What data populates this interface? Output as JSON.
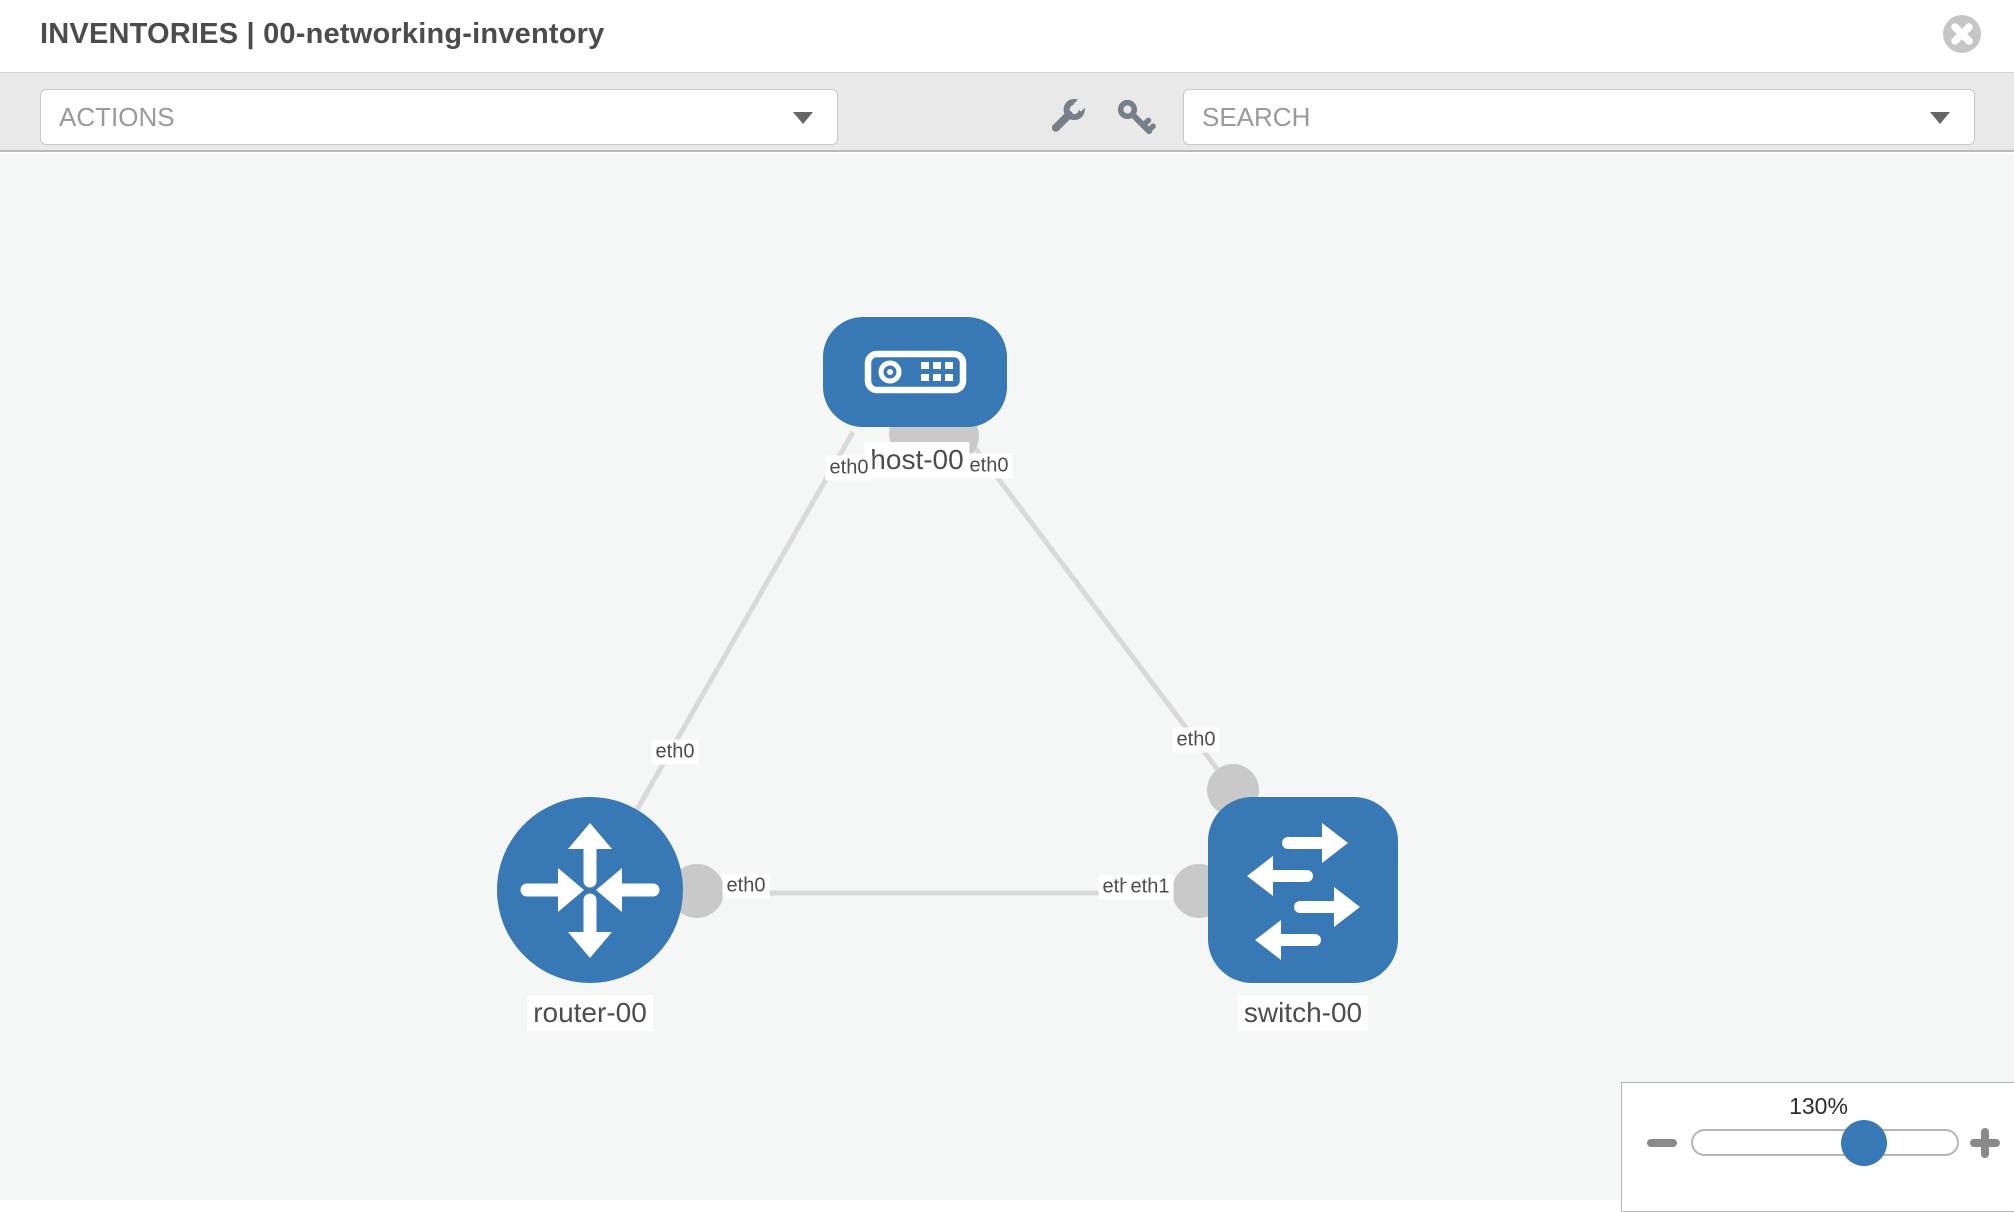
{
  "header": {
    "title": "INVENTORIES | 00-networking-inventory",
    "close_icon": "close-icon"
  },
  "toolbar": {
    "actions_dropdown": {
      "value": "ACTIONS"
    },
    "search_dropdown": {
      "placeholder": "SEARCH"
    },
    "wrench_icon": "wrench-icon",
    "key_icon": "key-icon"
  },
  "graph": {
    "nodes": [
      {
        "id": "host-00",
        "type": "host",
        "label": "host-00"
      },
      {
        "id": "router-00",
        "type": "router",
        "label": "router-00"
      },
      {
        "id": "switch-00",
        "type": "switch",
        "label": "switch-00"
      }
    ],
    "links": [
      {
        "source": "router-00",
        "target": "host-00",
        "source_interface": "eth0",
        "target_interface": "eth0"
      },
      {
        "source": "switch-00",
        "target": "host-00",
        "source_interface": "eth0",
        "target_interface": "eth0"
      },
      {
        "source": "router-00",
        "target": "switch-00",
        "source_interface": "eth0",
        "target_interface": "eth1"
      }
    ],
    "eth_labels": [
      {
        "text": "eth0"
      },
      {
        "text": "eth0"
      },
      {
        "text": "eth0"
      },
      {
        "text": "eth0"
      },
      {
        "text": "eth0"
      },
      {
        "text": "eth1"
      },
      {
        "text": "eth1"
      }
    ]
  },
  "zoom_control": {
    "value": "130%",
    "percent": 65,
    "zoom_out_icon": "minus-icon",
    "zoom_in_icon": "plus-icon"
  },
  "colors": {
    "node_blue": "#3778b5",
    "link_gray": "#d9d9d9",
    "port_gray": "#c9c9c9",
    "toolbar_bg": "#e9e9e9",
    "canvas_bg": "#f5f6f6"
  }
}
